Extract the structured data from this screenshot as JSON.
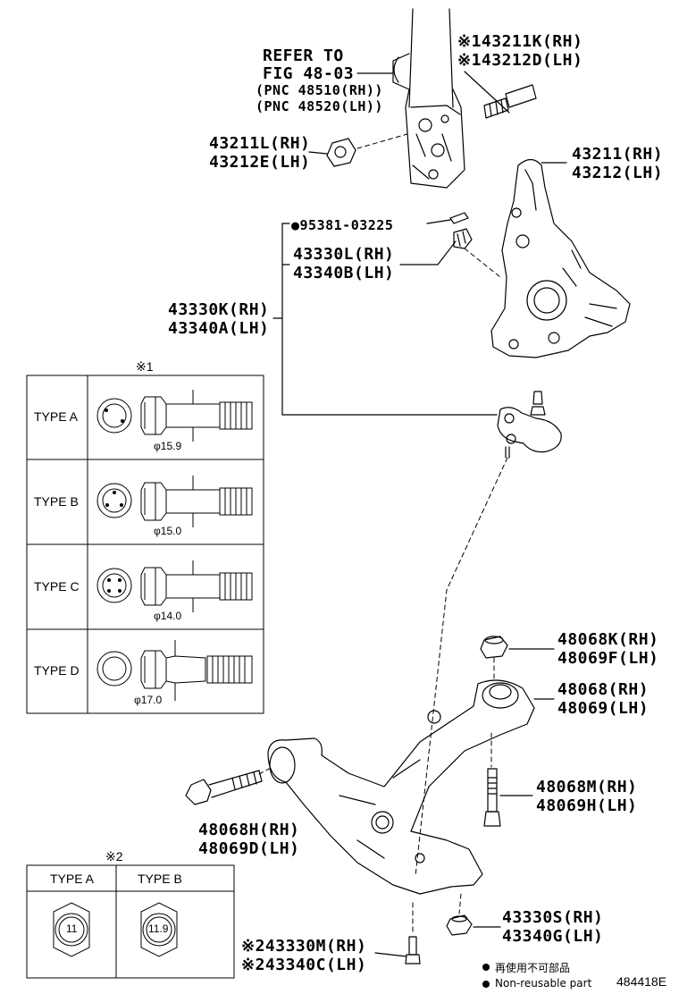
{
  "refer": {
    "line1": "REFER TO",
    "line2": "FIG 48-03",
    "line3": "(PNC 48510(RH))",
    "line4": "(PNC 48520(LH))"
  },
  "parts": {
    "bolt_upper": {
      "rh": "※143211K(RH)",
      "lh": "※143212D(LH)"
    },
    "nut_upper": {
      "rh": "43211L(RH)",
      "lh": "43212E(LH)"
    },
    "knuckle": {
      "rh": "43211(RH)",
      "lh": "43212(LH)"
    },
    "cotter_pin": "●95381-03225",
    "castle_nut": {
      "rh": "43330L(RH)",
      "lh": "43340B(LH)"
    },
    "ball_joint": {
      "rh": "43330K(RH)",
      "lh": "43340A(LH)"
    },
    "arm_nut": {
      "rh": "48068K(RH)",
      "lh": "48069F(LH)"
    },
    "lower_arm": {
      "rh": "48068(RH)",
      "lh": "48069(LH)"
    },
    "arm_bolt_rear": {
      "rh": "48068M(RH)",
      "lh": "48069H(LH)"
    },
    "arm_bolt_front": {
      "rh": "48068H(RH)",
      "lh": "48069D(LH)"
    },
    "bj_nut": {
      "rh": "43330S(RH)",
      "lh": "43340G(LH)"
    },
    "bj_bolt": {
      "rh": "※243330M(RH)",
      "lh": "※243340C(LH)"
    }
  },
  "table1": {
    "mark": "※1",
    "rows": [
      {
        "type": "TYPE A",
        "dia": "φ15.9"
      },
      {
        "type": "TYPE B",
        "dia": "φ15.0"
      },
      {
        "type": "TYPE C",
        "dia": "φ14.0"
      },
      {
        "type": "TYPE D",
        "dia": "φ17.0"
      }
    ]
  },
  "table2": {
    "mark": "※2",
    "headers": [
      "TYPE A",
      "TYPE B"
    ],
    "values": [
      "11",
      "11.9"
    ]
  },
  "legend": {
    "japanese": "再使用不可部品",
    "english": "Non-reusable part"
  },
  "figure_id": "484418E"
}
